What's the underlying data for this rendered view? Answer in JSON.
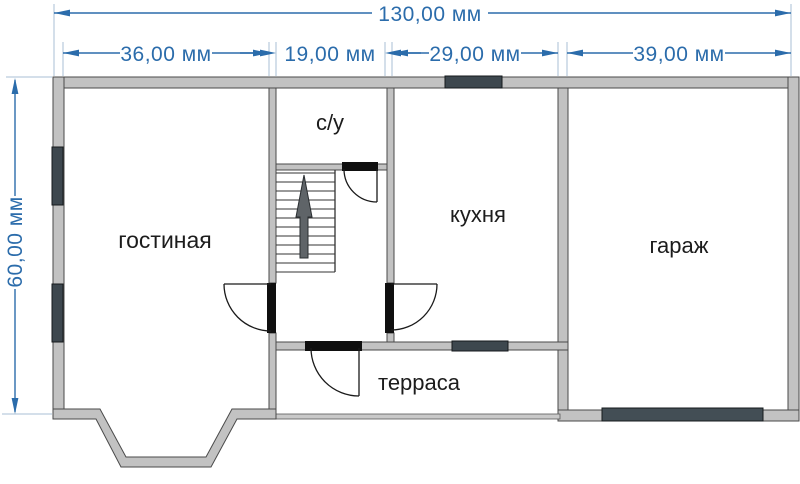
{
  "plan": {
    "dimensions": {
      "total_width_label": "130,00 мм",
      "width_segments": [
        "36,00 мм",
        "19,00 мм",
        "29,00 мм",
        "39,00 мм"
      ],
      "height_label": "60,00 мм"
    },
    "rooms": {
      "living": "гостиная",
      "bathroom": "с/у",
      "kitchen": "кухня",
      "garage": "гараж",
      "terrace": "терраса"
    },
    "colors": {
      "dimension_blue": "#2b6cab",
      "extension_line": "#aabfd4",
      "wall_fill": "#c2c2c2",
      "wall_edge": "#4a4a4a",
      "window_fill": "#3d474e",
      "garage_door_fill": "#434e55",
      "door_jamb": "#0f0f0f",
      "stair_arrow": "#5f6468",
      "room_text": "#1c1c1c",
      "background": "#ffffff"
    }
  }
}
